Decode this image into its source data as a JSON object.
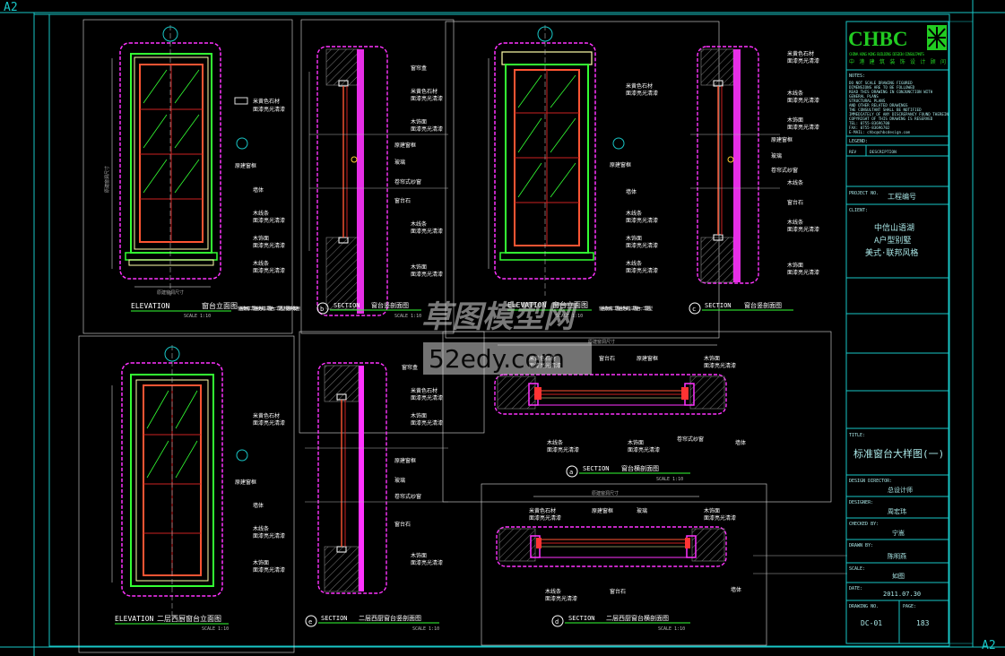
{
  "sheet": {
    "corner_tl": "A2",
    "corner_br": "A2",
    "watermark_cn": "草图模型网",
    "watermark_url": "52edy.com"
  },
  "colors": {
    "frame": "#18c6c6",
    "wall": "#ff33ff",
    "trim": "#33ff33",
    "glass": "#cc2222",
    "mullion": "#ff5533",
    "dim": "#b0b0b0",
    "text": "#a9e6e6",
    "logo_green": "#22cc22"
  },
  "views": {
    "a1": {
      "tag": "",
      "label": "ELEVATION",
      "title": "窗台立面图",
      "scale": "SCALE  1:10",
      "note": "窗台线条示意，二层窗台线为实线，三层窗台一、二层造型，根据窗户线条选用"
    },
    "b": {
      "tag": "b",
      "label": "SECTION",
      "title": "窗台竖剖面图",
      "scale": "SCALE  1:10"
    },
    "a2": {
      "tag": "",
      "label": "ELEVATION",
      "title": "窗台立面图",
      "scale": "SCALE  1:10",
      "note": "窗台线条示意，二层窗台线为实线，三层窗台一、二层造型"
    },
    "c": {
      "tag": "c",
      "label": "SECTION",
      "title": "窗台竖剖面图",
      "scale": "SCALE  1:10"
    },
    "e1": {
      "tag": "",
      "label": "ELEVATION",
      "title": "二层西厨窗台立面图",
      "scale": "SCALE  1:10"
    },
    "e": {
      "tag": "e",
      "label": "SECTION",
      "title": "二层西厨窗台竖剖面图",
      "scale": "SCALE  1:10"
    },
    "a": {
      "tag": "a",
      "label": "SECTION",
      "title": "窗台横剖面图",
      "scale": "SCALE  1:10"
    },
    "d": {
      "tag": "d",
      "label": "SECTION",
      "title": "二层西厨窗台横剖面图",
      "scale": "SCALE  1:10"
    }
  },
  "callouts": {
    "wood_line": "木线条",
    "finish": "面漆亮光清漆",
    "beige_marble": "米黄色石材",
    "wood_board": "木饰面",
    "curtain_box": "窗帘盒",
    "wall": "墙体",
    "glass": "玻璃",
    "sill": "窗台石",
    "frame": "原建窗框",
    "roller": "卷帘式纱窗"
  },
  "dims": {
    "width": "原建窗洞尺寸",
    "height": "原建窗洞尺寸"
  },
  "title_block": {
    "logo": "CHBC",
    "company_en": "CHINA HONG KONG BUILDING DESIGN CONSULTANTS",
    "company_cn": "中港建筑装饰设计顾问",
    "notes_header": "NOTES:",
    "notes_lines": [
      "DO NOT SCALE DRAWING FIGURED",
      "DIMENSIONS ARE TO BE FOLLOWED",
      "READ THIS DRAWING IN CONJUNCTION WITH",
      "GENERAL PLANS",
      "STRUCTURAL PLANS",
      "AND OTHER RELATED DRAWINGS",
      "THE CONSULTANT SHALL BE NOTIFIED",
      "IMMEDIATELY OF ANY DISCREPANCY FOUND THEREIN",
      "COPYRIGHT OF THIS DRAWING IS RESERVED",
      "TEL: 0755-83696700",
      "FAX: 0755-83696702",
      "E-MAIL: chbc@chbcdesign.com"
    ],
    "legend_header": "LEGEND:",
    "rev_col1": "REV",
    "rev_col2": "DESCRIPTION",
    "project_no_label": "PROJECT NO.",
    "project_no_value": "工程编号",
    "client_label": "CLIENT:",
    "client_lines": [
      "中信山语湖",
      "A户型别墅",
      "美式·联邦风格"
    ],
    "title_label": "TITLE:",
    "title_value": "标准窗台大样图(一)",
    "design_director_label": "DESIGN DIRECTOR:",
    "design_director_value": "总设计师",
    "designer_label": "DESIGNER:",
    "designer_value": "周宏玮",
    "checked_label": "CHECKED BY:",
    "checked_value": "宁嵩",
    "drawn_label": "DRAWN BY:",
    "drawn_value": "陈明燕",
    "scale_label": "SCALE:",
    "scale_value": "如图",
    "date_label": "DATE:",
    "date_value": "2011.07.30",
    "drawing_no_label": "DRAWING NO.",
    "drawing_no_value": "DC-01",
    "page_label": "PAGE:",
    "page_value": "183"
  }
}
